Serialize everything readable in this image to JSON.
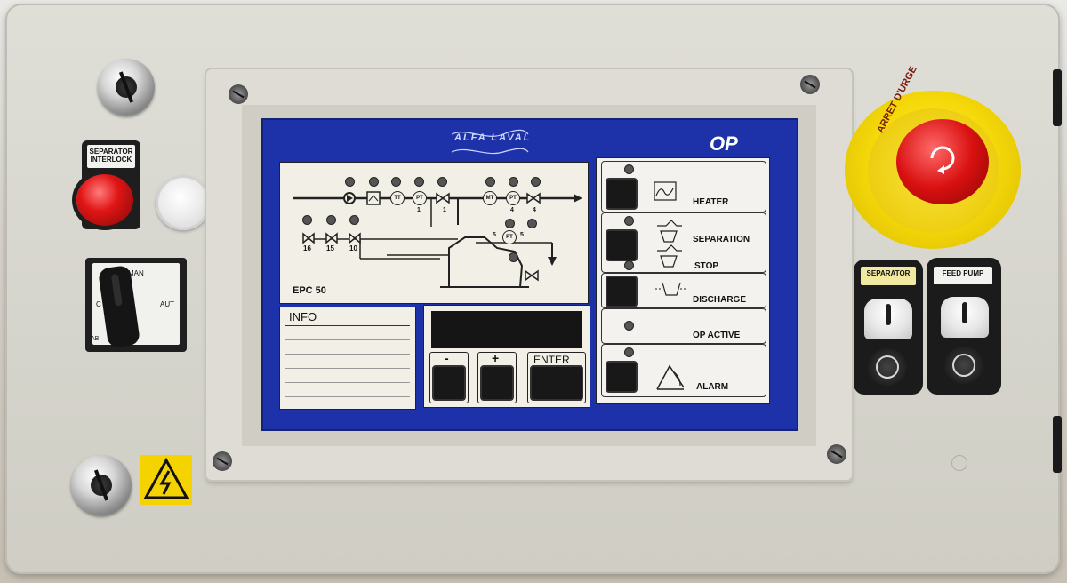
{
  "brand": "ALFA LAVAL",
  "screen": {
    "mode": "OP",
    "diagram_label": "EPC 50",
    "diagram_tags": {
      "tt": "TT",
      "pt_1": "PT",
      "pt_1_num": "1",
      "valve_1_num": "1",
      "mt": "MT",
      "pt_4": "PT",
      "pt_4_num": "4",
      "valve_4_num": "4",
      "pt_5": "PT",
      "pt_5_num": "5",
      "valve_5_num": "5",
      "valve_16": "16",
      "valve_15": "15",
      "valve_10": "10"
    },
    "info_title": "INFO",
    "keypad": {
      "minus": "-",
      "plus": "+",
      "enter": "ENTER"
    },
    "status_buttons": {
      "heater": "HEATER",
      "separation": "SEPARATION",
      "stop": "STOP",
      "discharge": "DISCHARGE",
      "op_active": "OP ACTIVE",
      "alarm": "ALARM"
    }
  },
  "left_panel": {
    "interlock_label_line1": "SEPARATOR",
    "interlock_label_line2": "INTERLOCK",
    "selector_man": "MAN",
    "selector_aut": "AUT",
    "selector_brand": "AB"
  },
  "right_panel": {
    "separator_label": "SEPARATOR",
    "feed_pump_label": "FEED PUMP",
    "estop_text": "ARRET D'URGE"
  },
  "colors": {
    "screen_blue": "#1d31a8",
    "estop_red": "#d91010",
    "guard_yellow": "#f5d90a",
    "warning_yellow": "#f4d300"
  }
}
